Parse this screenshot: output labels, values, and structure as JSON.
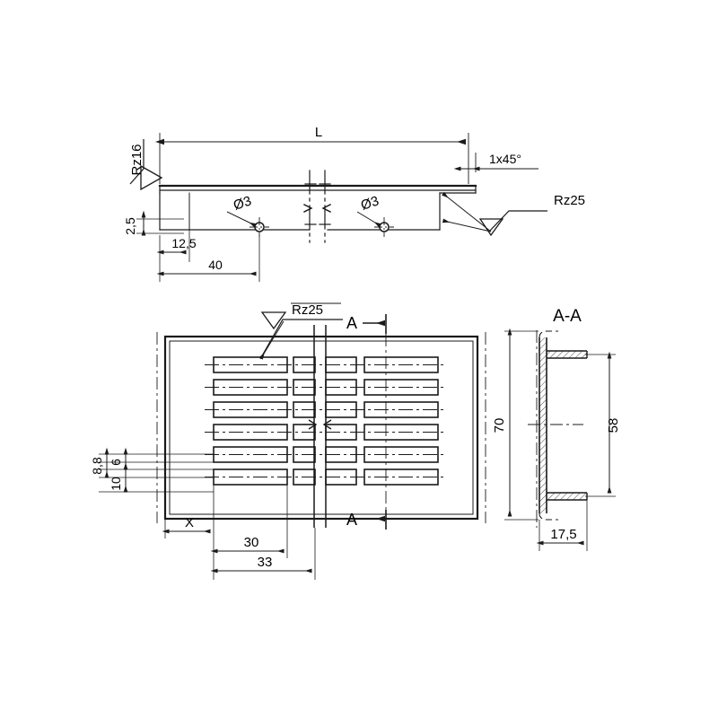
{
  "drawing": {
    "title": "Ventilation grille / louvre panel technical drawing",
    "background": "#ffffff",
    "line_color": "#1a1a1a",
    "units": "mm"
  },
  "top_view": {
    "name": "top-view",
    "surface_finish_left": "Rz16",
    "surface_finish_right": "Rz25",
    "length_label": "L",
    "chamfer_label": "1x45°",
    "hole_label_left": "Ø3",
    "hole_label_right": "Ø3",
    "dim_thickness": "2,5",
    "dim_edge_to_hole": "12,5",
    "dim_hole_spacing": "40"
  },
  "front_view": {
    "name": "front-view",
    "surface_finish": "Rz25",
    "section_mark_top": "A",
    "section_mark_bottom": "A",
    "dim_slot_height": "8,8",
    "dim_slot_inner": "6",
    "dim_pitch": "10",
    "dim_x": "X",
    "dim_30": "30",
    "dim_33": "33",
    "slot_rows": 6,
    "slot_columns": 4
  },
  "section_view": {
    "name": "section-a-a",
    "title": "A-A",
    "dim_outer_height": "70",
    "dim_inner_height": "58",
    "dim_depth": "17,5"
  }
}
